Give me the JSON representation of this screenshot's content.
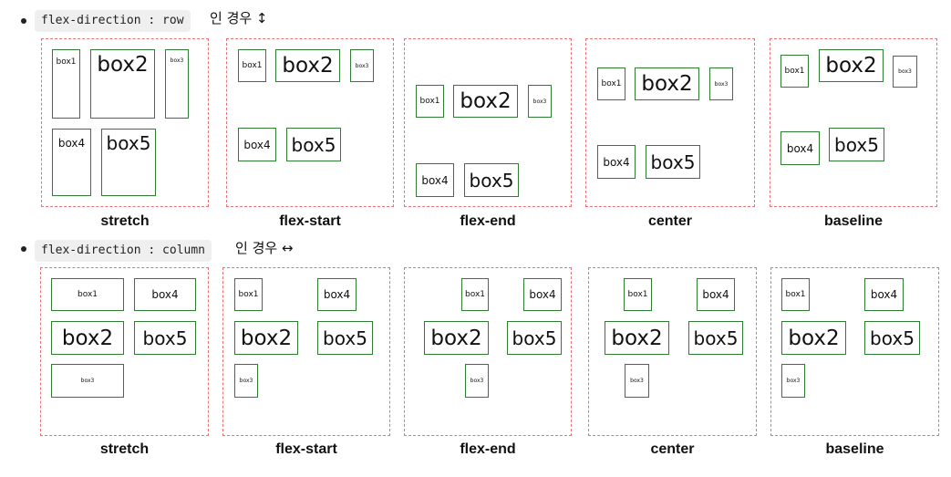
{
  "sections": [
    {
      "code": "flex-direction : row",
      "suffix": "인 경우 ↕",
      "captions": [
        "stretch",
        "flex-start",
        "flex-end",
        "center",
        "baseline"
      ]
    },
    {
      "code": "flex-direction : column",
      "suffix": "인 경우 ↔",
      "captions": [
        "stretch",
        "flex-start",
        "flex-end",
        "center",
        "baseline"
      ]
    }
  ],
  "box_labels": [
    "box1",
    "box2",
    "box3",
    "box4",
    "box5"
  ],
  "colors": {
    "panel_border": "#e57373",
    "box_border": "#2e7d32"
  }
}
